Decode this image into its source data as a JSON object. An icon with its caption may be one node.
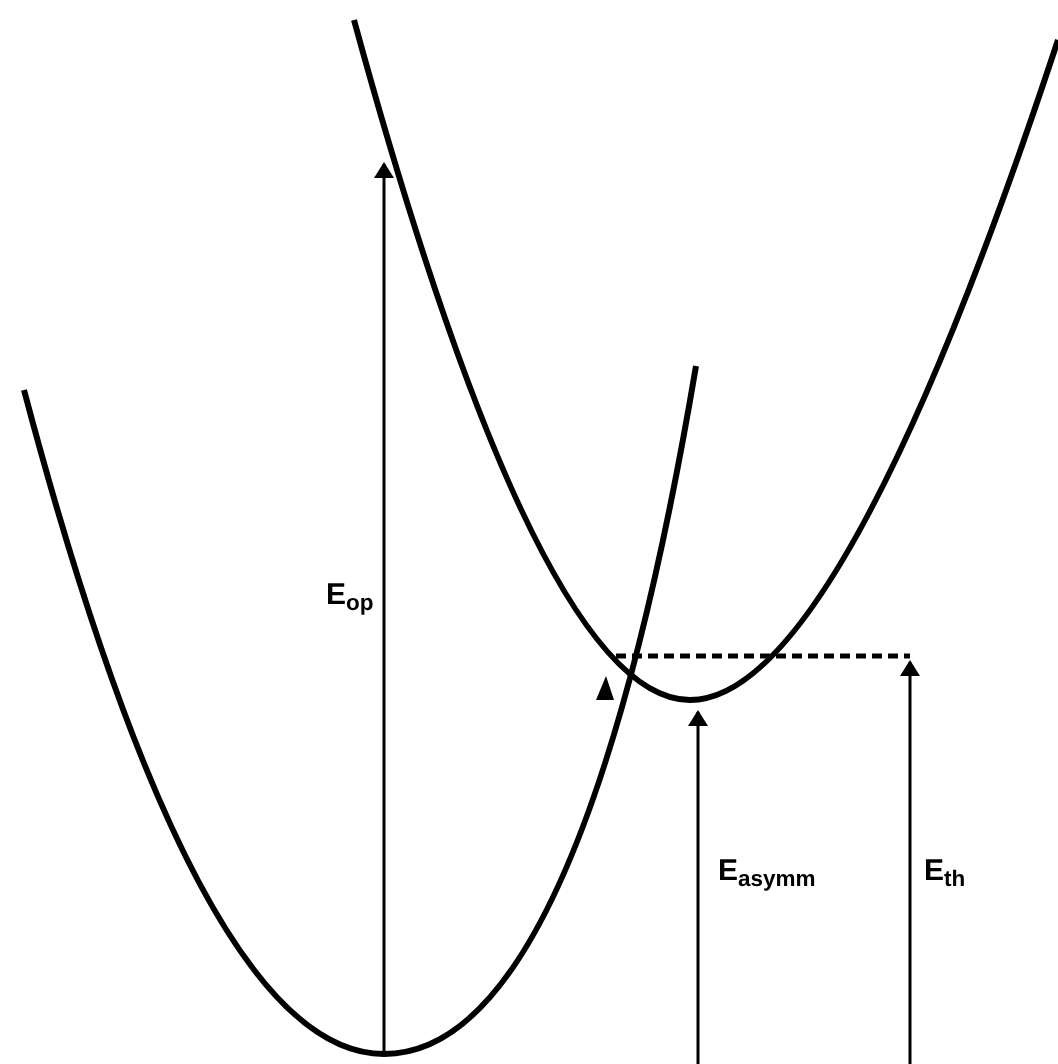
{
  "diagram": {
    "labels": [
      "E$_{op}$",
      "E$_{asymm}$",
      "E$_{th}$"
    ]
  }
}
